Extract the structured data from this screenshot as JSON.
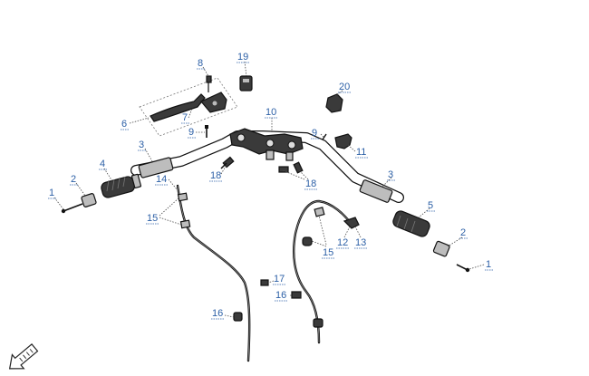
{
  "diagram": {
    "callouts": [
      "1",
      "2",
      "4",
      "3",
      "6",
      "7",
      "8",
      "9",
      "19",
      "10",
      "20",
      "9",
      "11",
      "18",
      "3",
      "14",
      "15",
      "18",
      "5",
      "12",
      "13",
      "15",
      "2",
      "1",
      "17",
      "16",
      "16"
    ],
    "colors": {
      "callout_text": "#2b5fa6",
      "line": "#111111",
      "part_fill": "#bdbdbd"
    },
    "icons": [
      "front-direction-arrow-icon"
    ]
  }
}
